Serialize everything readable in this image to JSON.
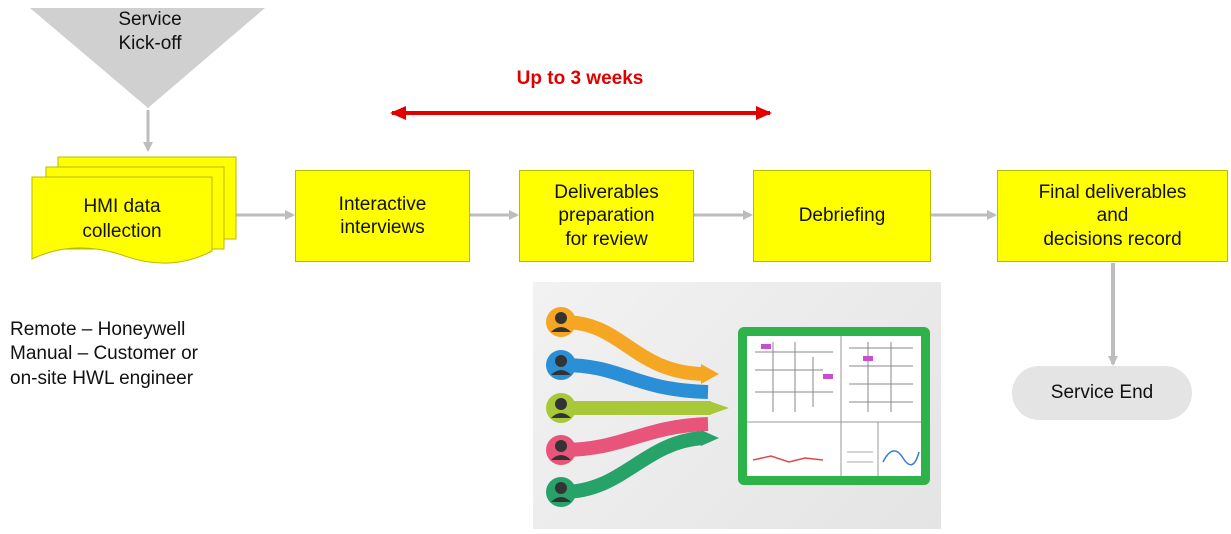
{
  "colors": {
    "box_fill": "#ffff00",
    "arrow_gray": "#bdbdbd",
    "duration_red": "#e00000",
    "screen_green": "#2db34a"
  },
  "start": {
    "label": "Service\nKick-off"
  },
  "duration": {
    "label": "Up to 3 weeks"
  },
  "steps": [
    {
      "label": "HMI data\ncollection"
    },
    {
      "label": "Interactive\ninterviews"
    },
    {
      "label": "Deliverables\npreparation\nfor review"
    },
    {
      "label": "Debriefing"
    },
    {
      "label": "Final deliverables\nand\ndecisions record"
    }
  ],
  "notes": [
    "Remote – Honeywell",
    "Manual – Customer or",
    "on-site HWL engineer"
  ],
  "end": {
    "label": "Service End"
  },
  "image": {
    "people": [
      "person-icon",
      "person-icon",
      "person-icon",
      "person-icon",
      "person-icon"
    ],
    "stream_colors": [
      "#f5a623",
      "#2a8fd6",
      "#a8c83a",
      "#e8547a",
      "#27a36a"
    ]
  }
}
